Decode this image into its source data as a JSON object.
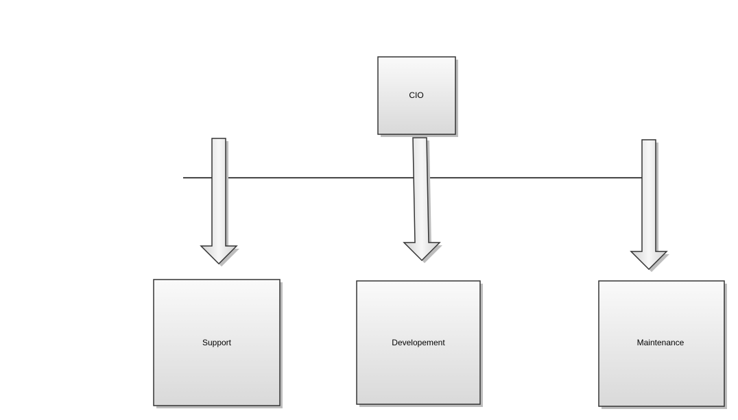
{
  "diagram": {
    "nodes": {
      "cio": {
        "label": "CIO"
      },
      "support": {
        "label": "Support"
      },
      "development": {
        "label": "Developement"
      },
      "maintenance": {
        "label": "Maintenance"
      }
    },
    "colors": {
      "box_fill_top": "#fafafa",
      "box_fill_bottom": "#d9d9d9",
      "stroke": "#333333",
      "shadow": "#bdbdbd",
      "connector_line": "#000000"
    }
  }
}
